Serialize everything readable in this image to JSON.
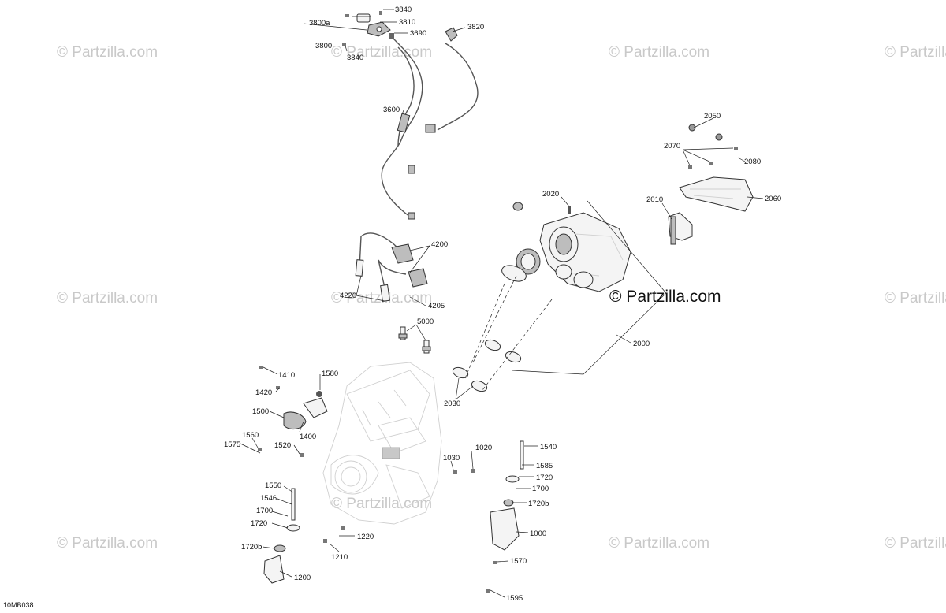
{
  "diagram_code": "10MB038",
  "watermark": {
    "text": "© Partzilla.com",
    "overlay": "© Partzilla.com"
  },
  "callouts": [
    {
      "id": "3840a",
      "text": "3840"
    },
    {
      "id": "3800a",
      "text": "3800a"
    },
    {
      "id": "3810",
      "text": "3810"
    },
    {
      "id": "3690",
      "text": "3690"
    },
    {
      "id": "3820",
      "text": "3820"
    },
    {
      "id": "3800",
      "text": "3800"
    },
    {
      "id": "3840b",
      "text": "3840"
    },
    {
      "id": "3600",
      "text": "3600"
    },
    {
      "id": "2050",
      "text": "2050"
    },
    {
      "id": "2070",
      "text": "2070"
    },
    {
      "id": "2080",
      "text": "2080"
    },
    {
      "id": "2020",
      "text": "2020"
    },
    {
      "id": "2010",
      "text": "2010"
    },
    {
      "id": "2060",
      "text": "2060"
    },
    {
      "id": "4200",
      "text": "4200"
    },
    {
      "id": "4220",
      "text": "4220"
    },
    {
      "id": "4205",
      "text": "4205"
    },
    {
      "id": "5000",
      "text": "5000"
    },
    {
      "id": "2000",
      "text": "2000"
    },
    {
      "id": "2030",
      "text": "2030"
    },
    {
      "id": "1410",
      "text": "1410"
    },
    {
      "id": "1580",
      "text": "1580"
    },
    {
      "id": "1420",
      "text": "1420"
    },
    {
      "id": "1500",
      "text": "1500"
    },
    {
      "id": "1400",
      "text": "1400"
    },
    {
      "id": "1560",
      "text": "1560"
    },
    {
      "id": "1575",
      "text": "1575"
    },
    {
      "id": "1520",
      "text": "1520"
    },
    {
      "id": "1550",
      "text": "1550"
    },
    {
      "id": "1546",
      "text": "1546"
    },
    {
      "id": "1700a",
      "text": "1700"
    },
    {
      "id": "1720a",
      "text": "1720"
    },
    {
      "id": "1720ba",
      "text": "1720b"
    },
    {
      "id": "1200",
      "text": "1200"
    },
    {
      "id": "1220",
      "text": "1220"
    },
    {
      "id": "1210",
      "text": "1210"
    },
    {
      "id": "1030",
      "text": "1030"
    },
    {
      "id": "1020",
      "text": "1020"
    },
    {
      "id": "1540",
      "text": "1540"
    },
    {
      "id": "1585",
      "text": "1585"
    },
    {
      "id": "1720b2",
      "text": "1720"
    },
    {
      "id": "1700b",
      "text": "1700"
    },
    {
      "id": "1720bb",
      "text": "1720b"
    },
    {
      "id": "1000",
      "text": "1000"
    },
    {
      "id": "1570",
      "text": "1570"
    },
    {
      "id": "1595",
      "text": "1595"
    }
  ]
}
